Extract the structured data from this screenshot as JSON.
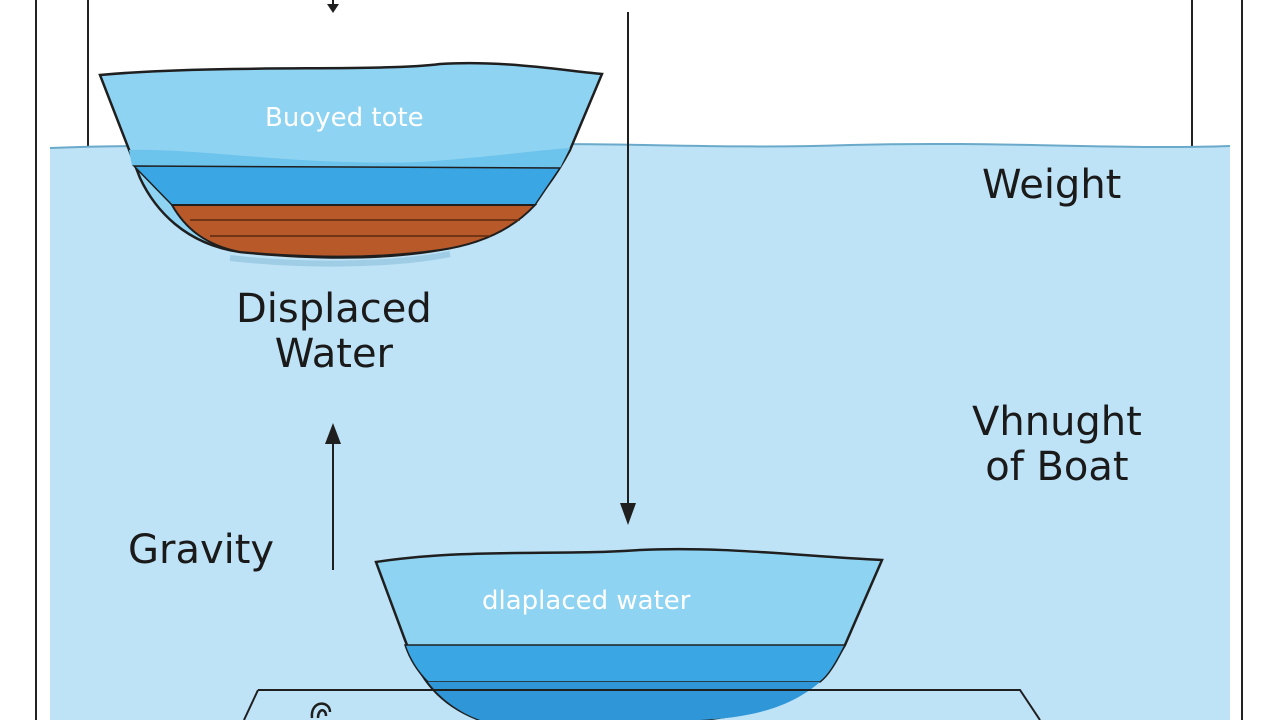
{
  "labels": {
    "weight": "Weight",
    "displaced_water": [
      "Displaced",
      "Water"
    ],
    "weight_of_boat": [
      "Vhnught",
      "of Boat"
    ],
    "gravity": "Gravity",
    "top_boat": "Buoyed tote",
    "bottom_boat": "dlaplaced water"
  },
  "colors": {
    "water": "#bfe3f6",
    "boat_light": "#8fd3f2",
    "boat_band": "#3aa7e4",
    "boat_mid": "#6cc3ec",
    "sediment": "#b8592a",
    "outline": "#1f1f1f"
  }
}
